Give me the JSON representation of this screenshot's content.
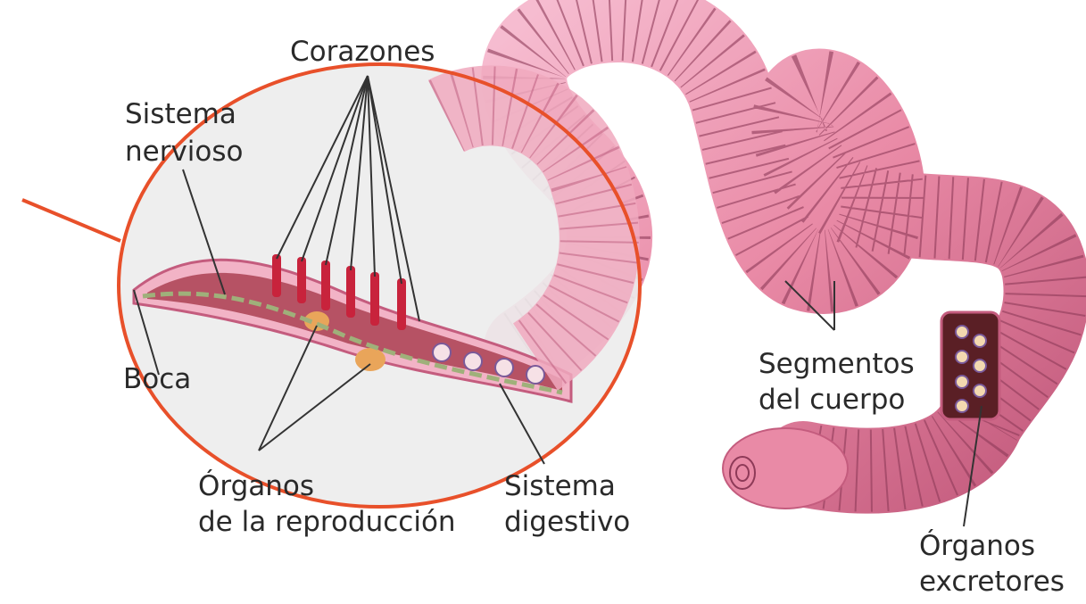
{
  "labels": {
    "corazones": "Corazones",
    "sistema_nervioso_1": "Sistema",
    "sistema_nervioso_2": "nervioso",
    "boca": "Boca",
    "organos_reproduccion_1": "Órganos",
    "organos_reproduccion_2": "de la reproducción",
    "sistema_digestivo_1": "Sistema",
    "sistema_digestivo_2": "digestivo",
    "segmentos_1": "Segmentos",
    "segmentos_2": "del cuerpo",
    "organos_excretores_1": "Órganos",
    "organos_excretores_2": "excretores"
  },
  "colors": {
    "worm_body": "#e98aa6",
    "worm_light": "#f6bcd0",
    "worm_dark": "#c45c7e",
    "segment_line": "#8e3a58",
    "highlight_circle": "#e8502a",
    "circle_fill": "#ececec",
    "label_text": "#2a2a2a"
  }
}
